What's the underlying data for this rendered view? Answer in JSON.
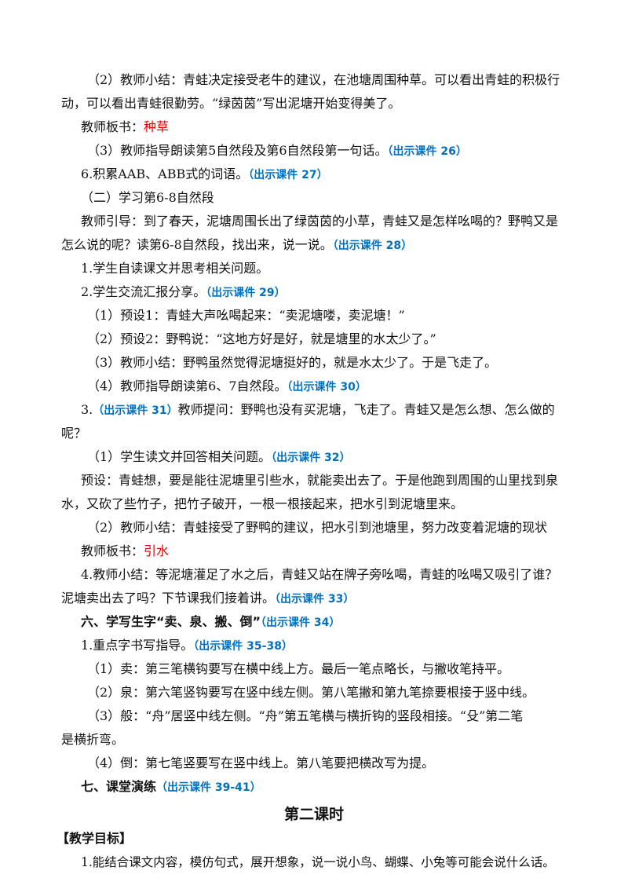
{
  "lines": [
    {
      "text": "（2）教师小结：青蛙决定接受老牛的建议，在池塘周围种草。可以看出青蛙的积极行"
    },
    {
      "text": "动，可以看出青蛙很勤劳。“绿茵茵”写出泥塘开始变得美了。"
    },
    {
      "label": "教师板书：",
      "highlight": "种草"
    },
    {
      "text": "（3）教师指导朗读第5自然段及第6自然段第一句话。",
      "ref": "（出示课件 26）"
    },
    {
      "text": "6.积累AAB、ABB式的词语。",
      "ref": "（出示课件 27）"
    },
    {
      "text": "（二）学习第6-8自然段"
    },
    {
      "text": "教师引导：到了春天，泥塘周围长出了绿茵茵的小草，青蛙又是怎样吆喝的？野鸭又是"
    },
    {
      "text": "怎么说的呢？读第6-8自然段，找出来，说一说。",
      "ref": "（出示课件 28）"
    },
    {
      "text": "1.学生自读课文并思考相关问题。"
    },
    {
      "text": "2.学生交流汇报分享。",
      "ref": "（出示课件 29）"
    },
    {
      "text": "（1）预设1：青蛙大声吆喝起来：“卖泥塘喽，卖泥塘！”"
    },
    {
      "text": "（2）预设2：野鸭说：“这地方好是好，就是塘里的水太少了。”"
    },
    {
      "text": "（3）教师小结：野鸭虽然觉得泥塘挺好的，就是水太少了。于是飞走了。"
    },
    {
      "text": "（4）教师指导朗读第6、7自然段。",
      "ref": "（出示课件 30）"
    },
    {
      "prefix": "3.",
      "ref": "（出示课件 31）",
      "text": "教师提问：野鸭也没有买泥塘，飞走了。青蛙又是怎么想、怎么做的"
    },
    {
      "text": "呢？"
    },
    {
      "text": "（1）学生读文并回答相关问题。",
      "ref": "（出示课件 32）"
    },
    {
      "text": "预设：青蛙想，要是能往泥塘里引些水，就能卖出去了。于是他跑到周围的山里找到泉"
    },
    {
      "text": "水，又砍了些竹子，把竹子破开，一根一根接起来，把水引到泥塘里来。"
    },
    {
      "text": "（2）教师小结：青蛙接受了野鸭的建议，把水引到池塘里，努力改变着泥塘的现状"
    },
    {
      "label": "教师板书：",
      "highlight": "引水"
    },
    {
      "text": "4.教师小结：等泥塘灌足了水之后，青蛙又站在牌子旁吆喝，青蛙的吆喝又吸引了谁？"
    },
    {
      "text": "泥塘卖出去了吗？下节课我们接着讲。",
      "ref": "（出示课件 33）"
    },
    {
      "heading": "六、学写生字“卖、泉、搬、倒”",
      "ref": "（出示课件 34）"
    },
    {
      "text": "1.重点字书写指导。",
      "ref": "（出示课件 35-38）"
    },
    {
      "text": "（1）卖：第三笔横钩要写在横中线上方。最后一笔点略长，与撇收笔持平。"
    },
    {
      "text": "（2）泉：第六笔竖钩要写在竖中线左侧。第八笔撇和第九笔捺要根接于竖中线。"
    },
    {
      "text": "（3）般：“舟”居竖中线左侧。“舟”第五笔横与横折钩的竖段相接。“殳”第二笔"
    },
    {
      "text": "是横折弯。"
    },
    {
      "text": "（4）倒：第七笔竖要写在竖中线上。第八笔要把横改写为提。"
    },
    {
      "heading": "七、课堂演练",
      "ref": "（出示课件 39-41）"
    }
  ],
  "section_title": "第二课时",
  "goals_heading": "【教学目标】",
  "goal_1": "1.能结合课文内容，模仿句式，展开想象，说一说小鸟、蝴蝶、小兔等可能会说什么话。"
}
